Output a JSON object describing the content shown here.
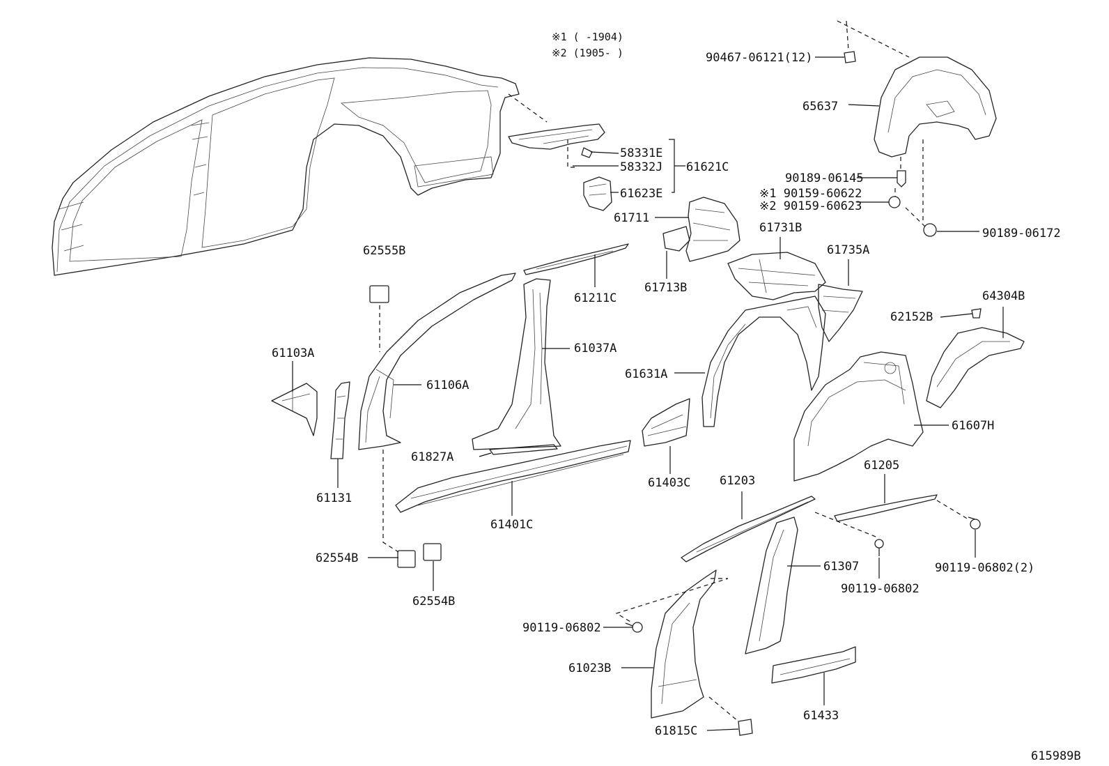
{
  "notes": {
    "note1": "※1 (     -1904)",
    "note2": "※2 (1905-     )"
  },
  "labels": {
    "p90467": "90467-06121(12)",
    "p65637": "65637",
    "p58331E": "58331E",
    "p58332J": "58332J",
    "p61621C": "61621C",
    "p61623E": "61623E",
    "p90189_06145": "90189-06145",
    "p90159_60622": "※1 90159-60622",
    "p90159_60623": "※2 90159-60623",
    "p90189_06172": "90189-06172",
    "p61711": "61711",
    "p61713B": "61713B",
    "p61731B": "61731B",
    "p61735A": "61735A",
    "p62555B": "62555B",
    "p61211C": "61211C",
    "p61037A": "61037A",
    "p61103A": "61103A",
    "p61106A": "61106A",
    "p61131": "61131",
    "p61631A": "61631A",
    "p62152B": "62152B",
    "p64304B": "64304B",
    "p61607H": "61607H",
    "p61827A": "61827A",
    "p61401C": "61401C",
    "p61403C": "61403C",
    "p61203": "61203",
    "p61205": "61205",
    "p62554B_a": "62554B",
    "p62554B_b": "62554B",
    "p61307": "61307",
    "p90119_a": "90119-06802",
    "p90119_b": "90119-06802(2)",
    "p90119_c": "90119-06802",
    "p61023B": "61023B",
    "p61433": "61433",
    "p61815C": "61815C"
  },
  "figure_id": "615989B"
}
